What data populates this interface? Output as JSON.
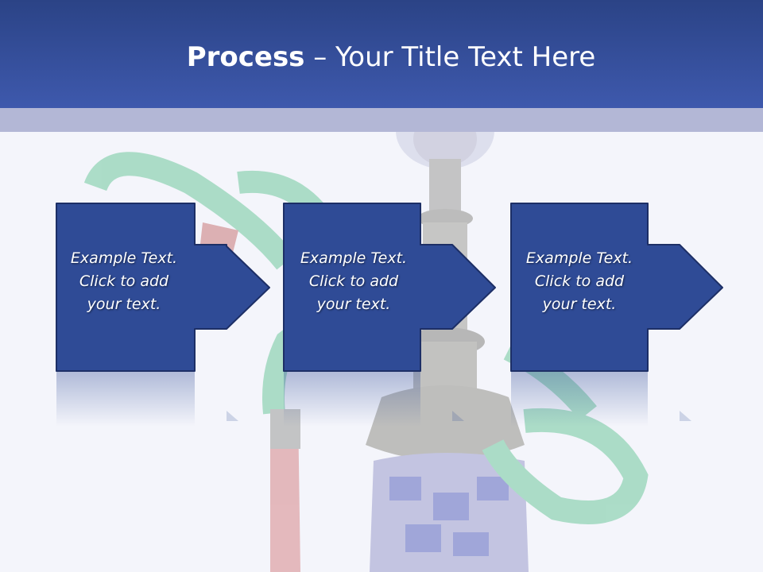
{
  "slide": {
    "title_bold": "Process",
    "title_rest": " – Your Title Text Here"
  },
  "steps": [
    {
      "line1": "Example Text.",
      "line2": "Click  to add",
      "line3": "your text."
    },
    {
      "line1": "Example Text.",
      "line2": "Click  to add",
      "line3": "your text."
    },
    {
      "line1": "Example Text.",
      "line2": "Click  to add",
      "line3": "your text."
    }
  ],
  "colors": {
    "header": "#344ea0",
    "box": "#2f4b96",
    "box_border": "#1d2f66",
    "band": "#b3b7d6",
    "background": "#f4f5fb"
  }
}
